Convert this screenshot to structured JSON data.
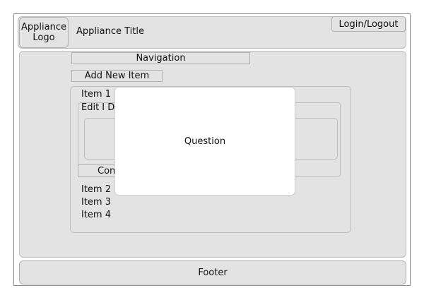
{
  "header": {
    "logo_line1": "Appliance",
    "logo_line2": "Logo",
    "title": "Appliance Title",
    "login_label": "Login/Logout"
  },
  "navigation": {
    "label": "Navigation"
  },
  "add_new_item_label": "Add New Item",
  "items": [
    {
      "label": "Item 1"
    },
    {
      "label": "Item 2"
    },
    {
      "label": "Item 3"
    },
    {
      "label": "Item 4"
    }
  ],
  "editor": {
    "heading_partial": "Edit I D",
    "button_partial": "Con"
  },
  "modal": {
    "text": "Question"
  },
  "footer": {
    "label": "Footer"
  }
}
